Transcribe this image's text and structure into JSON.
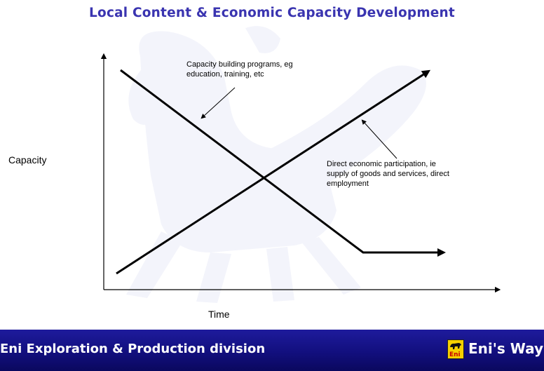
{
  "title": "Local Content & Economic Capacity Development",
  "diagram": {
    "y_axis_label": "Capacity",
    "x_axis_label": "Time",
    "annotation_capacity_building": {
      "line1": "Capacity building programs, eg",
      "line2": "education, training, etc"
    },
    "annotation_direct_participation": {
      "line1": "Direct economic participation, ie",
      "line2": "supply of goods and services, direct",
      "line3": "employment"
    }
  },
  "footer": {
    "division": "Eni Exploration & Production division",
    "logo_text": "Eni",
    "brand": "Eni's Way"
  },
  "colors": {
    "title": "#3a34b0",
    "footer_background": "#120f7e",
    "logo_yellow": "#f5d100",
    "watermark": "#f2f3fa"
  },
  "icons": [
    "eni-six-legged-dog-watermark-icon",
    "eni-logo-icon"
  ]
}
